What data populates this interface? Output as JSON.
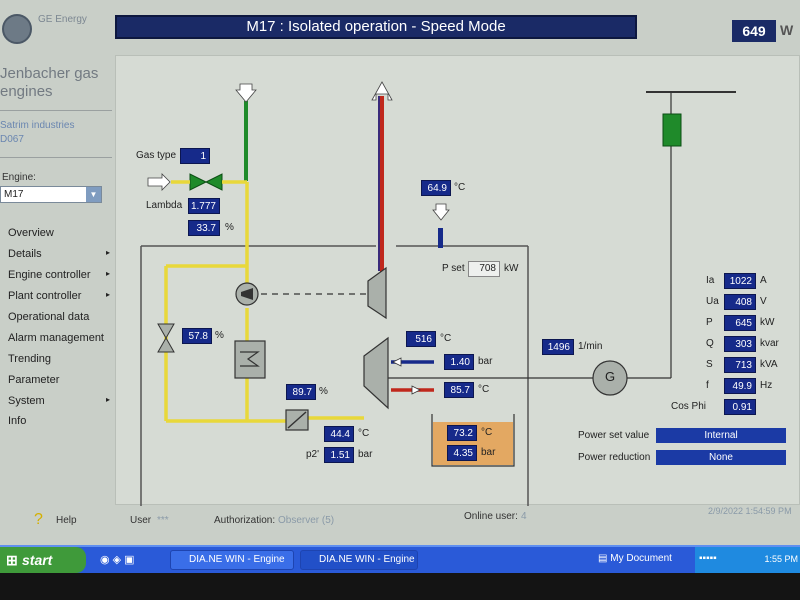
{
  "header": {
    "logo_text": "GE Energy",
    "title": "M17 : Isolated operation - Speed Mode",
    "page_number": "649",
    "page_suffix": "W"
  },
  "sidebar": {
    "brand": "Jenbacher gas engines",
    "company_line1": "Satrim industries",
    "company_line2": "D067",
    "engine_label": "Engine:",
    "engine_value": "M17",
    "menu": [
      {
        "label": "Overview",
        "submenu": false
      },
      {
        "label": "Details",
        "submenu": true
      },
      {
        "label": "Engine controller",
        "submenu": true
      },
      {
        "label": "Plant controller",
        "submenu": true
      },
      {
        "label": "Operational data",
        "submenu": false
      },
      {
        "label": "Alarm management",
        "submenu": false
      },
      {
        "label": "Trending",
        "submenu": false
      },
      {
        "label": "Parameter",
        "submenu": false
      },
      {
        "label": "System",
        "submenu": true
      },
      {
        "label": "Info",
        "submenu": false
      }
    ],
    "submenu_arrow": "▸"
  },
  "diagram": {
    "gas_type_label": "Gas type",
    "gas_type_value": "1",
    "lambda_label": "Lambda",
    "lambda_value": "1.777",
    "valve1_value": "33.7",
    "valve1_unit": "%",
    "valve2_value": "57.8",
    "valve2_unit": "%",
    "throttle_value": "89.7",
    "throttle_unit": "%",
    "p2_temp_value": "44.4",
    "p2_temp_unit": "°C",
    "p2_label": "p2'",
    "p2_value": "1.51",
    "p2_unit": "bar",
    "exhaust_temp_value": "64.9",
    "exhaust_temp_unit": "°C",
    "pset_label": "P set",
    "pset_value": "708",
    "pset_unit": "kW",
    "turbo_temp_value": "516",
    "turbo_temp_unit": "°C",
    "boost_value": "1.40",
    "boost_unit": "bar",
    "exh_out_value": "85.7",
    "exh_out_unit": "°C",
    "oil_temp_value": "73.2",
    "oil_temp_unit": "°C",
    "oil_press_value": "4.35",
    "oil_press_unit": "bar",
    "speed_value": "1496",
    "speed_unit": "1/min",
    "generator_label": "G"
  },
  "electrical": [
    {
      "label": "Ia",
      "value": "1022",
      "unit": "A"
    },
    {
      "label": "Ua",
      "value": "408",
      "unit": "V"
    },
    {
      "label": "P",
      "value": "645",
      "unit": "kW"
    },
    {
      "label": "Q",
      "value": "303",
      "unit": "kvar"
    },
    {
      "label": "S",
      "value": "713",
      "unit": "kVA"
    },
    {
      "label": "f",
      "value": "49.9",
      "unit": "Hz"
    },
    {
      "label": "Cos Phi",
      "value": "0.91",
      "unit": ""
    }
  ],
  "power": {
    "set_value_label": "Power set value",
    "set_value": "Internal",
    "reduction_label": "Power reduction",
    "reduction_value": "None"
  },
  "footer": {
    "help": "Help",
    "user_label": "User",
    "user_value": "***",
    "auth_label": "Authorization:",
    "auth_value": "Observer (5)",
    "online_label": "Online user:",
    "online_value": "4",
    "datetime": "2/9/2022 1:54:59 PM"
  },
  "taskbar": {
    "start": "start",
    "task1": "DIA.NE WIN - Engine ...",
    "task2": "DIA.NE WIN - Engine ...",
    "my_document": "My Document",
    "tray_time": "1:55 PM"
  },
  "colors": {
    "gas_line": "#e8d83a",
    "pipe_green": "#1f8a2a",
    "pipe_red": "#c0281c",
    "panel_blue": "#162a8a",
    "oil_box": "#e3a862"
  }
}
